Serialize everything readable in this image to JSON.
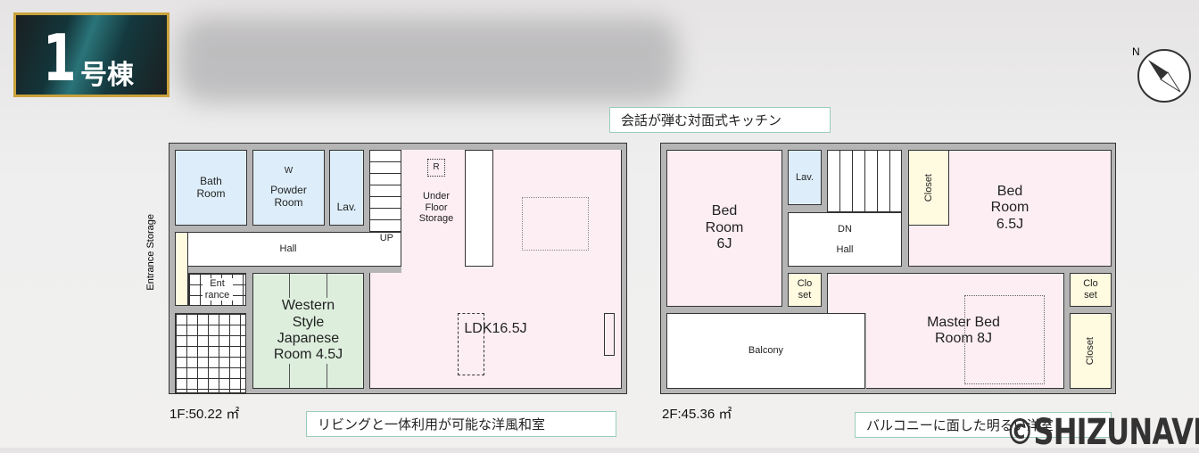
{
  "badge": {
    "number": "1",
    "label": "号棟"
  },
  "compass": {
    "north": "N"
  },
  "floor1": {
    "area": "1F:50.22 ㎡",
    "rooms": {
      "bath": "Bath Room",
      "powder": "Powder Room",
      "powder_w": "W",
      "lav": "Lav.",
      "hall": "Hall",
      "up": "UP",
      "entrance_storage": "Entrance Storage",
      "entrance": "Ent rance",
      "japanese": "Western Style Japanese Room 4.5J",
      "storage": "Under Floor Storage",
      "fridge": "R",
      "ldk": "LDK16.5J"
    }
  },
  "floor2": {
    "area": "2F:45.36 ㎡",
    "rooms": {
      "bed1": "Bed Room 6J",
      "lav": "Lav.",
      "dn": "DN",
      "hall": "Hall",
      "closet1": "Closet",
      "bed2": "Bed Room 6.5J",
      "closet2": "Clo set",
      "closet3": "Clo set",
      "closet4": "Closet",
      "balcony": "Balcony",
      "master": "Master Bed Room 8J"
    }
  },
  "callouts": {
    "kitchen": "会話が弾む対面式キッチン",
    "japanese": "リビングと一体利用が可能な洋風和室",
    "bedroom": "バルコニーに面した明るい洋室"
  },
  "watermark": "©SHIZUNAVI"
}
